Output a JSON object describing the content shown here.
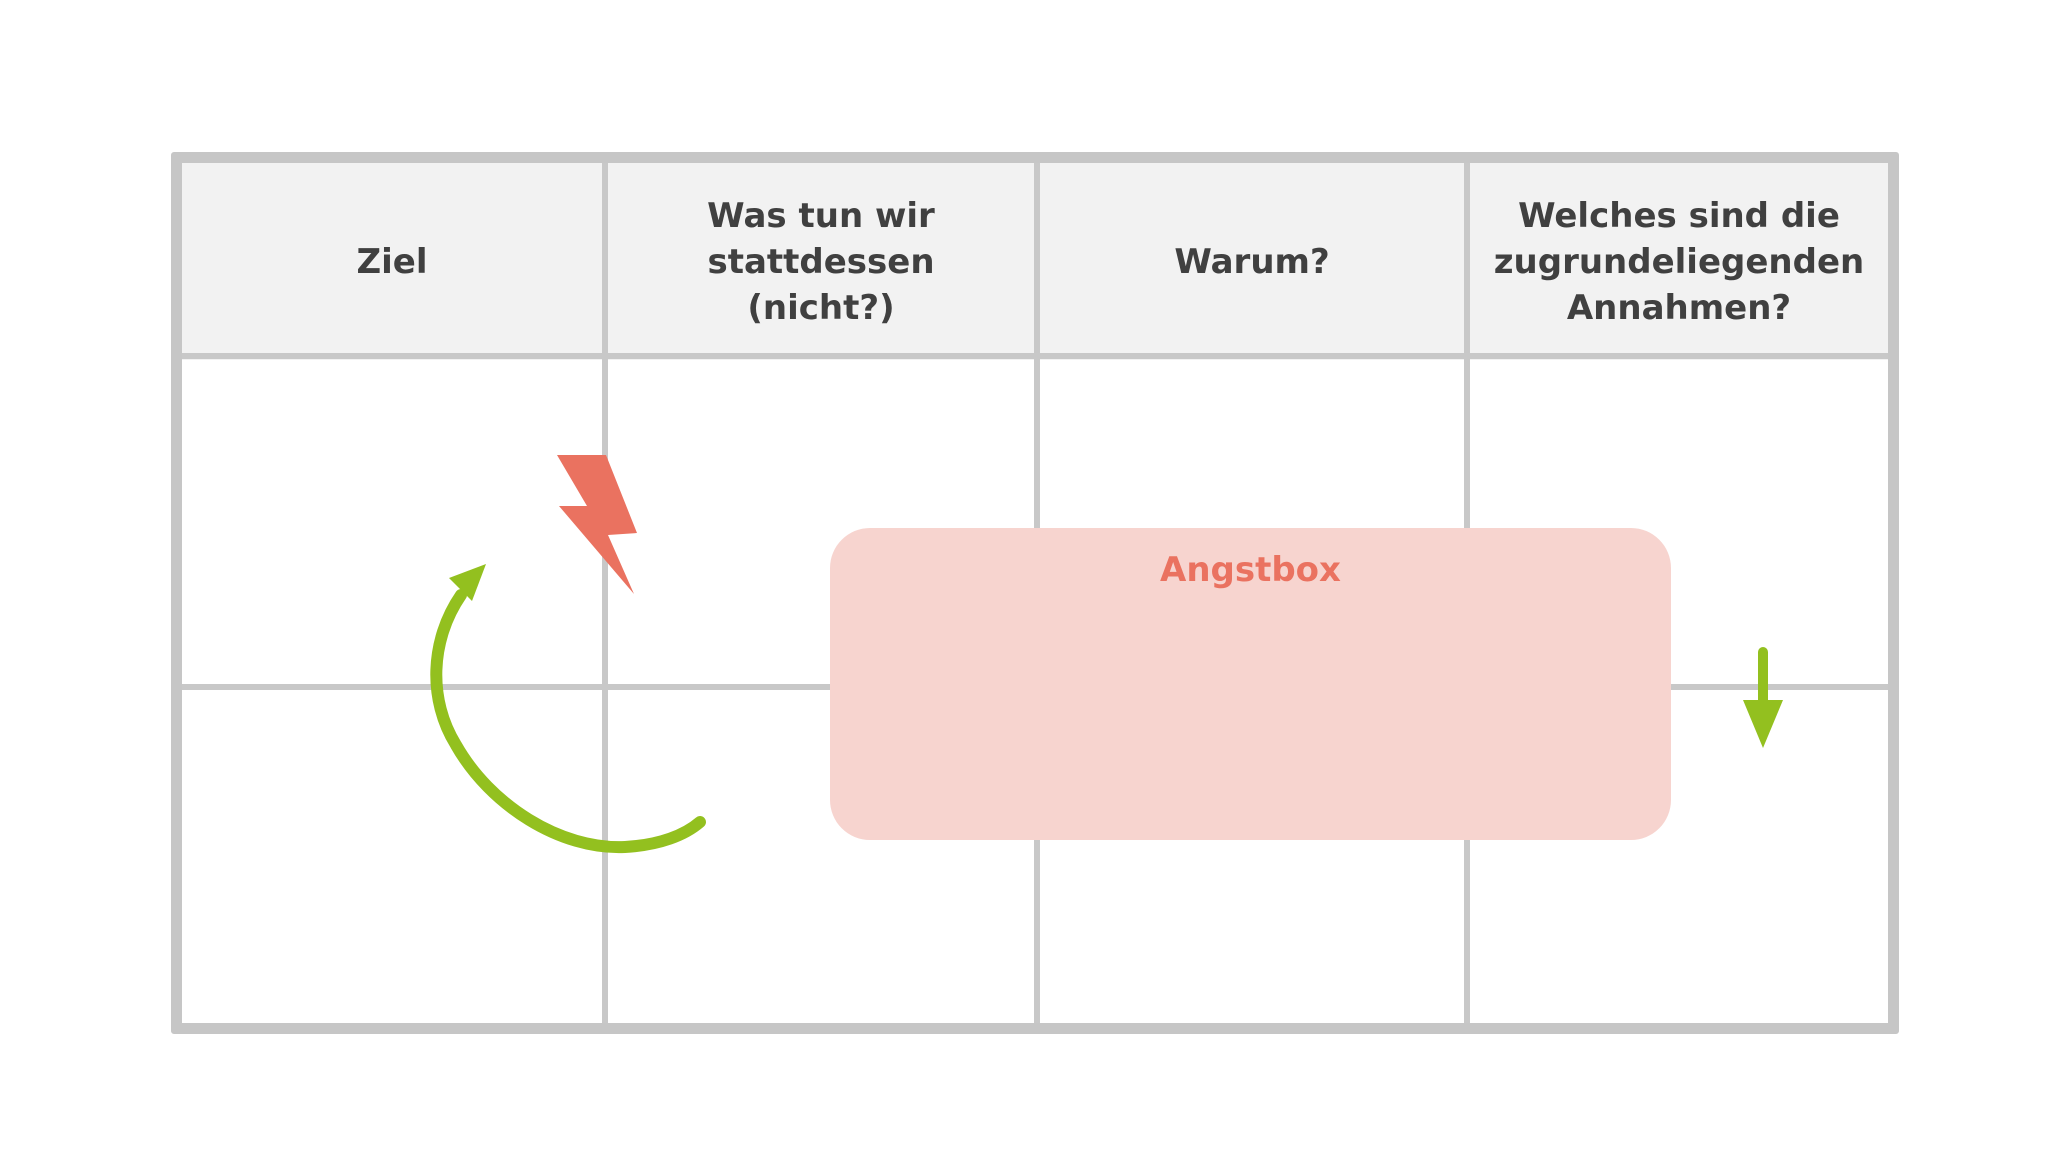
{
  "headers": [
    "Ziel",
    "Was tun wir stattdessen (nicht?)",
    "Warum?",
    "Welches sind die zugrundeliegenden Annahmen?"
  ],
  "angstbox": {
    "title": "Angstbox"
  },
  "colors": {
    "border": "#c6c6c6",
    "header_bg": "#f2f2f2",
    "text": "#404040",
    "angst_bg": "#f7d4cf",
    "accent_red": "#ea7260",
    "accent_green": "#93c01f"
  },
  "icons": [
    "lightning-icon",
    "circular-arrow-icon",
    "down-arrow-icon"
  ]
}
